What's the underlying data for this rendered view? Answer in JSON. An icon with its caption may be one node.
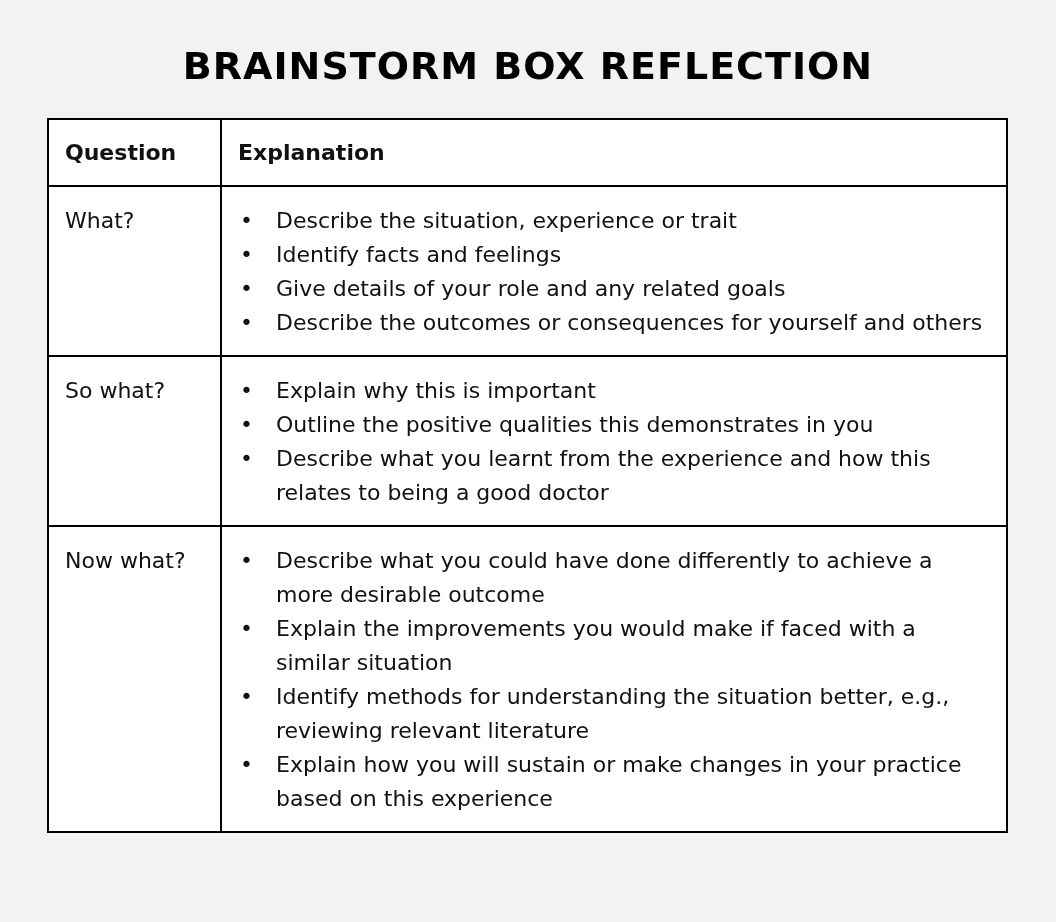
{
  "diagram": {
    "title": "BRAINSTORM BOX REFLECTION",
    "labels": [
      "Question",
      "Explanation",
      "What?",
      "•",
      "Describe the situation, experience or trait",
      "•",
      "Identify facts and feelings",
      "•",
      "Give details of your role and any related goals",
      "•",
      "Describe the outcomes or consequences for yourself and others",
      "So what?",
      "•",
      "Explain why this is important",
      "•",
      "Outline the positive qualities this demonstrates in you",
      "•",
      "Describe what you learnt from the experience and how this relates to being a good doctor",
      "Now what?",
      "•",
      "Describe what you could have done differently to achieve a more desirable outcome",
      "•",
      "Explain the improvements you would make if faced with a similar situation",
      "•",
      "Identify methods for understanding the situation better, e.g., reviewing relevant literature",
      "•",
      "Explain how you will sustain or make changes in your practice based on this experience"
    ]
  }
}
